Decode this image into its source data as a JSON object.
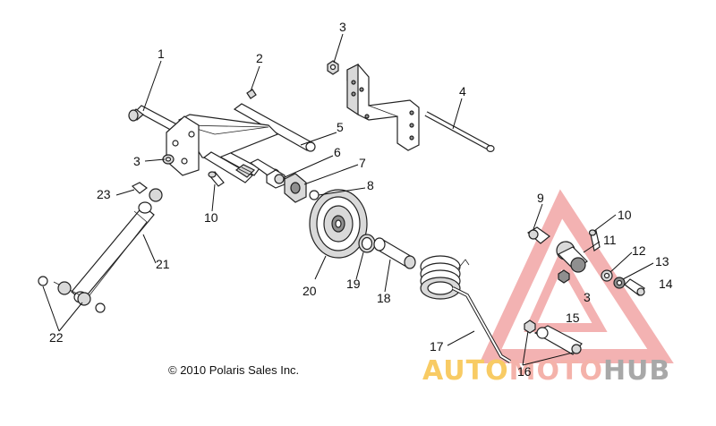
{
  "diagram": {
    "callouts": [
      "1",
      "2",
      "3",
      "3",
      "4",
      "5",
      "6",
      "7",
      "8",
      "9",
      "10",
      "10",
      "11",
      "12",
      "13",
      "14",
      "3",
      "15",
      "16",
      "17",
      "18",
      "19",
      "20",
      "21",
      "22",
      "23"
    ],
    "copyright": "© 2010 Polaris Sales Inc."
  },
  "watermark": {
    "part1": "AUTO",
    "part2": "MOTO",
    "part3": "HUB",
    "colors": {
      "auto": "#f7c34a",
      "moto": "#f3a59c",
      "hub": "#9a9a9a",
      "triangle": "#e65a5a"
    }
  }
}
